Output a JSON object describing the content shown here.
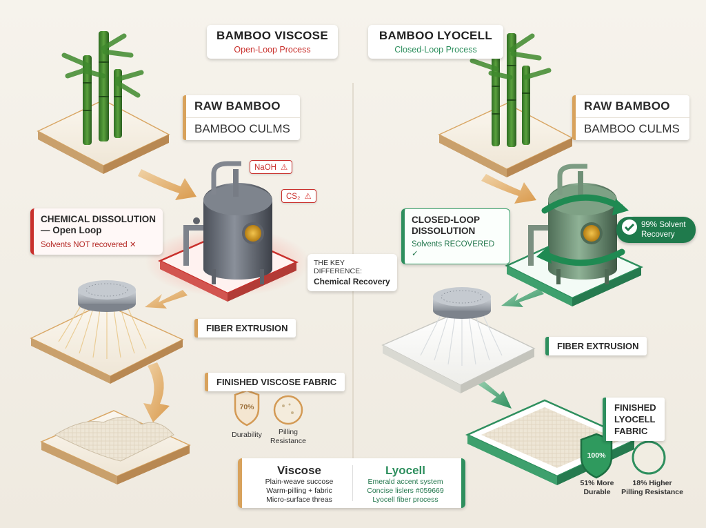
{
  "viscose": {
    "title": "BAMBOO VISCOSE",
    "subtitle": "Open-Loop Process",
    "raw_title": "RAW BAMBOO",
    "raw_sub": "BAMBOO CULMS",
    "chem": {
      "title": "NaOH",
      "title2": "CS₂"
    },
    "dissolution_title": "CHEMICAL DISSOLUTION\n— Open Loop",
    "dissolution_note": "Solvents NOT recovered ✕",
    "extrusion": "FIBER EXTRUSION",
    "finished": "FINISHED VISCOSE FABRIC",
    "durability_value": "70%",
    "durability_label": "Durability",
    "pilling_label": "Pilling\nResistance",
    "accent": "#c9302c"
  },
  "lyocell": {
    "title": "BAMBOO LYOCELL",
    "subtitle": "Closed-Loop Process",
    "raw_title": "RAW BAMBOO",
    "raw_sub": "BAMBOO CULMS",
    "dissolution_title": "CLOSED-LOOP\nDISSOLUTION",
    "dissolution_note": "Solvents RECOVERED ✓",
    "recovery": "99% Solvent\nRecovery",
    "extrusion": "FIBER EXTRUSION",
    "finished": "FINISHED\nLYOCELL\nFABRIC",
    "durability_value": "100%",
    "durability_label": "51% More\nDurable",
    "pilling_label": "18% Higher\nPilling Resistance",
    "accent": "#2e8f5e"
  },
  "key_difference": {
    "line1": "THE KEY DIFFERENCE:",
    "line2": "Chemical Recovery"
  },
  "legend": {
    "viscose_title": "Viscose",
    "viscose_lines": "Plain-weave succose\nWarm-pilling + fabric\nMicro-surface threas",
    "lyocell_title": "Lyocell",
    "lyocell_lines": "Emerald accent system\nConcise lislers #059669\nLyocell fiber process"
  }
}
